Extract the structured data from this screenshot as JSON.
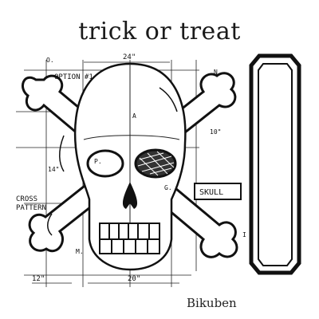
{
  "title": "trick or treat",
  "annotations": {
    "option": "OPTION #1",
    "cross_pattern_line1": "CROSS",
    "cross_pattern_line2": "PATTERN",
    "skull_label": "SKULL",
    "dim_top": "24\"",
    "dim_bottom_left": "12\"",
    "dim_bottom_center": "20\"",
    "dim_right": "10\"",
    "dim_left": "14\"",
    "letter_o": "O.",
    "letter_n": "N.",
    "letter_a": "A",
    "letter_p": "P.",
    "letter_g": "G.",
    "letter_m": "M.",
    "letter_i": "I"
  },
  "watermark": "Bikuben"
}
